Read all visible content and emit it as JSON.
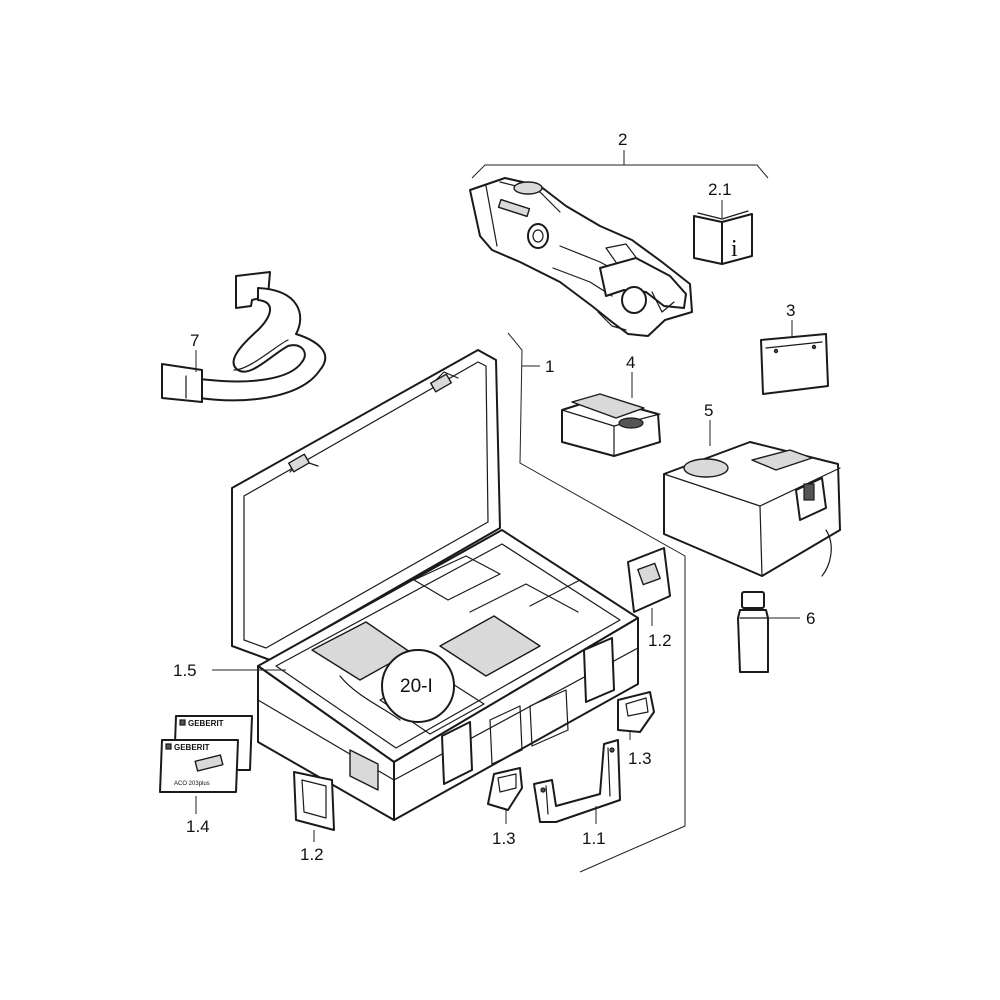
{
  "labels": {
    "l2": "2",
    "l2_1": "2.1",
    "l3": "3",
    "l7": "7",
    "l1": "1",
    "l4": "4",
    "l5": "5",
    "l6": "6",
    "l1_2_right": "1.2",
    "l1_5": "1.5",
    "l1_3_right": "1.3",
    "l1_4": "1.4",
    "l1_2_bottom": "1.2",
    "l1_3_bottom": "1.3",
    "l1_1": "1.1"
  },
  "callout": "20-I",
  "info_glyph": "i",
  "cards": {
    "brand_back": "GEBERIT",
    "brand_front": "GEBERIT",
    "model": "ACO 203plus"
  }
}
